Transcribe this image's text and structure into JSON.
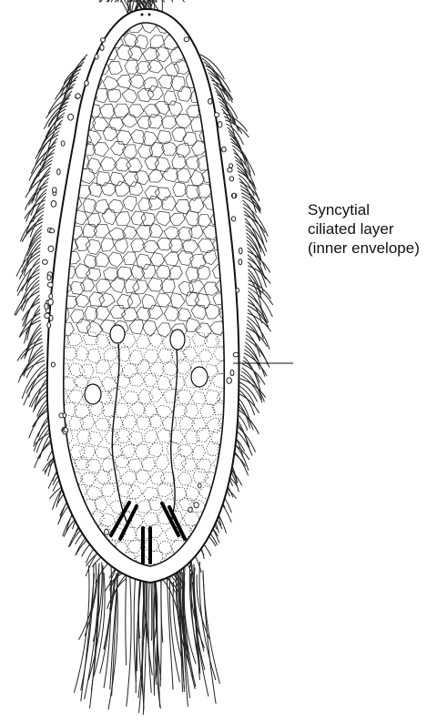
{
  "diagram": {
    "callout": {
      "lines": [
        "Syncytial",
        "ciliated layer",
        "(inner envelope)"
      ]
    }
  },
  "colors": {
    "ink": "#111111",
    "background": "#ffffff"
  }
}
